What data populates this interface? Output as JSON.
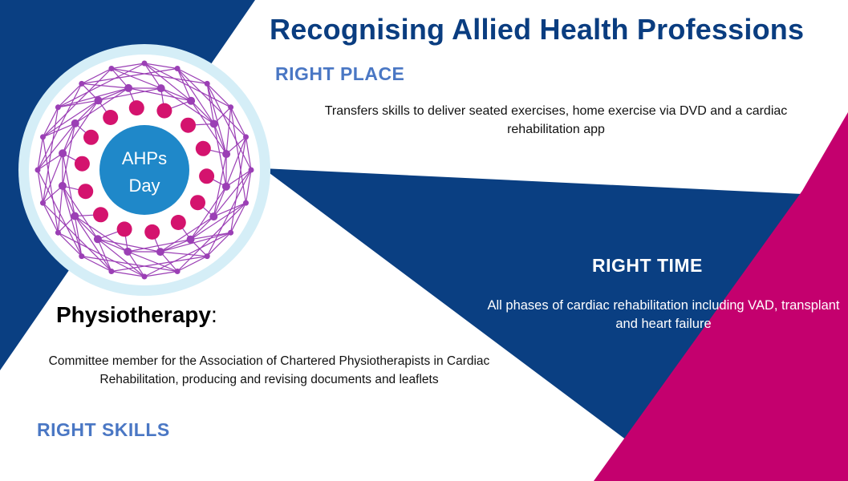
{
  "title": "Recognising Allied Health Professions",
  "logo": {
    "line1": "AHPs",
    "line2": "Day"
  },
  "right_place": {
    "heading": "RIGHT PLACE",
    "description": "Transfers skills to deliver seated exercises, home exercise via DVD and a cardiac rehabilitation app"
  },
  "right_time": {
    "heading": "RIGHT TIME",
    "description": "All phases of cardiac rehabilitation including VAD, transplant and heart failure"
  },
  "physiotherapy": {
    "heading": "Physiotherapy",
    "colon": ":",
    "description": "Committee member for the Association of Chartered Physiotherapists in Cardiac Rehabilitation, producing and revising documents and leaflets"
  },
  "right_skills": {
    "heading": "RIGHT SKILLS"
  },
  "colors": {
    "navy": "#0a3f82",
    "magenta": "#c4006e",
    "light_blue_heading": "#4a77c4",
    "logo_ring": "#d5eef7",
    "logo_network": "#9b3fb5",
    "logo_inner_dots": "#d4136e",
    "logo_center": "#1f88c9"
  }
}
